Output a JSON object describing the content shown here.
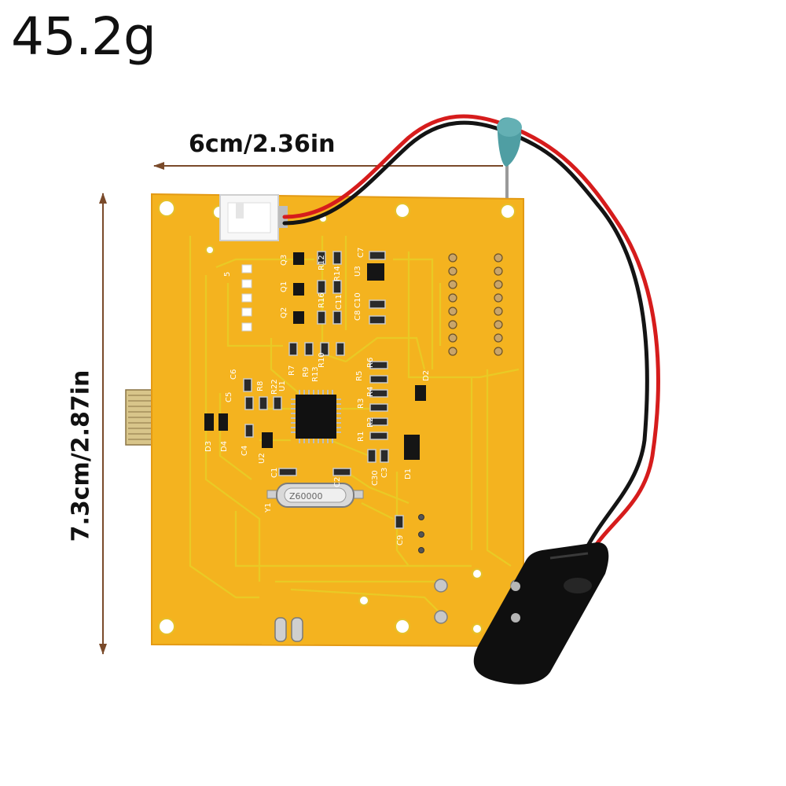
{
  "weight_label": "45.2g",
  "width_label": "6cm/2.36in",
  "height_label": "7.3cm/2.87in",
  "components": {
    "u1": "U1",
    "u2": "U2",
    "u3": "U3",
    "y1": "Y1",
    "crystal": "Z60000",
    "q1": "Q1",
    "q2": "Q2",
    "q3": "Q3",
    "d1": "D1",
    "d2": "D2",
    "d3": "D3",
    "d4": "D4",
    "c1": "C1",
    "c2": "C2",
    "c3": "C3",
    "c4": "C4",
    "c5": "C5",
    "c6": "C6",
    "c7": "C7",
    "c8": "C8",
    "c9": "C9",
    "c10": "C10",
    "c11": "C11",
    "c30": "C30",
    "r1": "R1",
    "r2": "R2",
    "r3": "R3",
    "r4": "R4",
    "r5": "R5",
    "r6": "R6",
    "r7": "R7",
    "r8": "R8",
    "r9": "R9",
    "r10": "R10",
    "r12": "R12",
    "r13": "R13",
    "r14": "R14",
    "r16": "R16",
    "r22": "R22",
    "j5": "5"
  },
  "colors": {
    "board": "#f4b31f",
    "trace": "#e9cc26",
    "wire_red": "#d61c1c",
    "wire_black": "#141414",
    "probe_tip": "#4f9ea3"
  }
}
